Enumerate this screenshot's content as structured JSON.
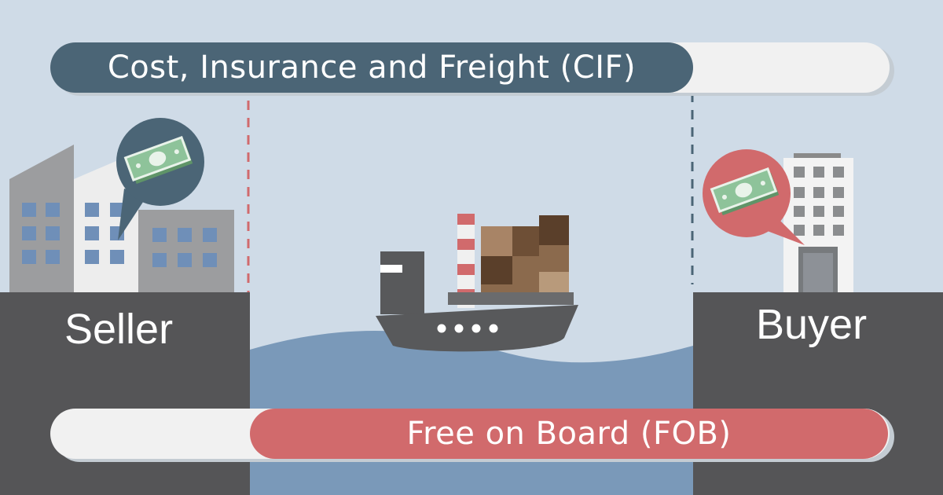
{
  "cif": {
    "label": "Cost, Insurance and Freight (CIF)"
  },
  "fob": {
    "label": "Free on Board (FOB)"
  },
  "seller": {
    "label": "Seller",
    "payment_icon": "money-icon"
  },
  "buyer": {
    "label": "Buyer",
    "payment_icon": "money-icon"
  },
  "colors": {
    "sky": "#cfdbe7",
    "cif": "#4b6576",
    "fob": "#d16a6c",
    "track": "#f1f1f1",
    "dock": "#555557",
    "water": "#7a99b9",
    "money": "#8ec39a"
  }
}
